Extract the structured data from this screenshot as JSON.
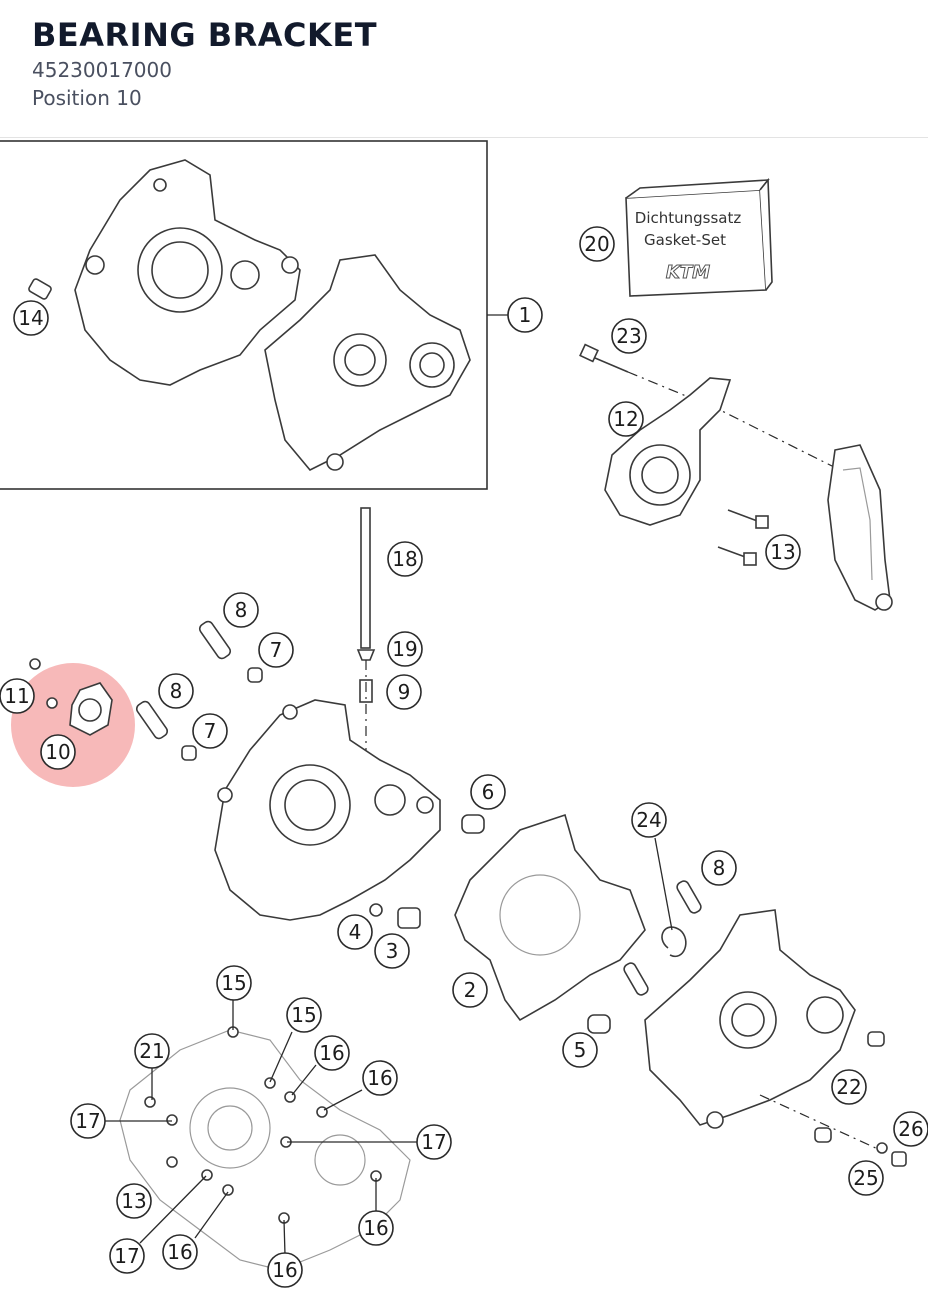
{
  "header": {
    "title": "BEARING BRACKET",
    "part_number": "45230017000",
    "position_label": "Position 10"
  },
  "gasket_box": {
    "line1": "Dichtungssatz",
    "line2": "Gasket-Set",
    "brand": "KTM"
  },
  "highlight": {
    "color": "#f08080",
    "position": "10"
  },
  "callouts": {
    "c1": "1",
    "c2": "2",
    "c3": "3",
    "c4": "4",
    "c5": "5",
    "c6": "6",
    "c7a": "7",
    "c7b": "7",
    "c8a": "8",
    "c8b": "8",
    "c8c": "8",
    "c9": "9",
    "c10": "10",
    "c11": "11",
    "c12": "12",
    "c13a": "13",
    "c13b": "13",
    "c14": "14",
    "c15a": "15",
    "c15b": "15",
    "c16a": "16",
    "c16b": "16",
    "c16c": "16",
    "c16d": "16",
    "c16e": "16",
    "c17a": "17",
    "c17b": "17",
    "c17c": "17",
    "c18": "18",
    "c19": "19",
    "c20": "20",
    "c21": "21",
    "c22": "22",
    "c23": "23",
    "c24": "24",
    "c25": "25",
    "c26": "26"
  }
}
